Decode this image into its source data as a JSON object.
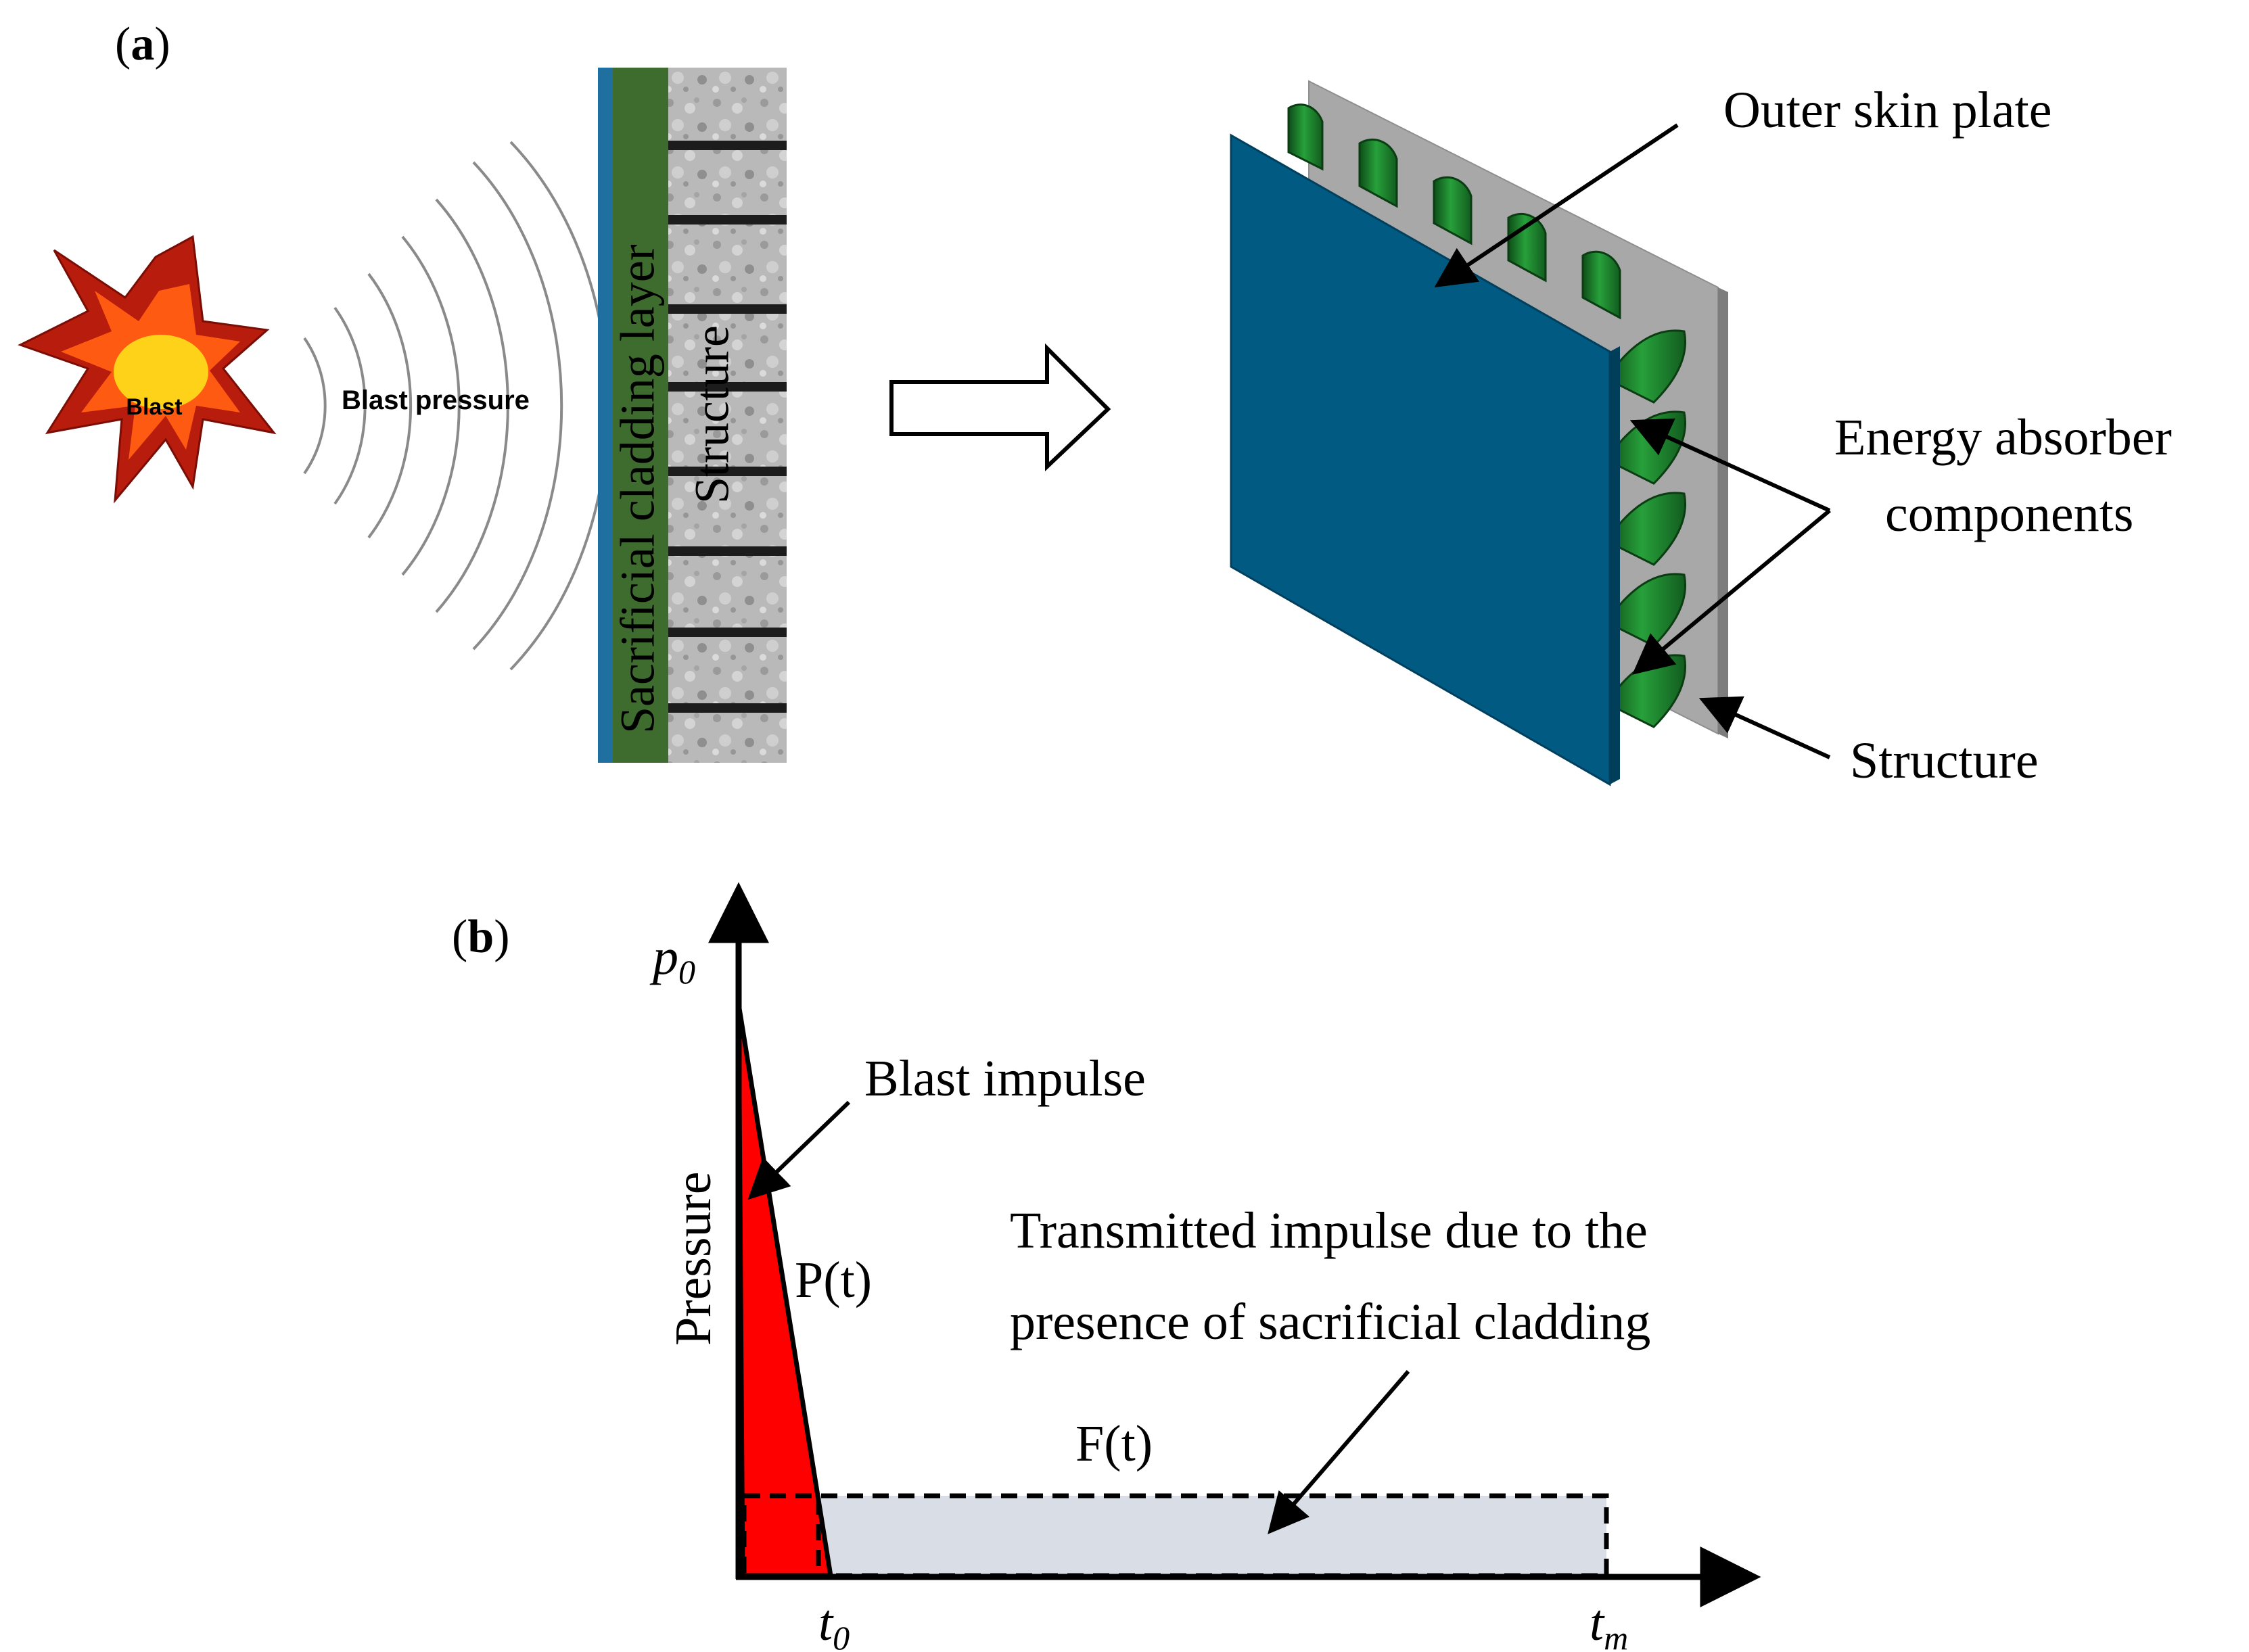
{
  "panel_a": {
    "label_open": "(",
    "label_letter": "a",
    "label_close": ")",
    "blast_label": "Blast",
    "blast_pressure_label": "Blast pressure",
    "cladding_label": "Sacrificial cladding layer",
    "structure_vertical_label": "Structure",
    "outer_skin_label": "Outer skin plate",
    "energy_absorber_line1": "Energy absorber",
    "energy_absorber_line2": "components",
    "structure_label": "Structure",
    "colors": {
      "blast_outer": "#b71c0c",
      "blast_inner": "#ffd21a",
      "cladding_green": "#3e6b2e",
      "cladding_blue": "#1f6fa0",
      "skin_plate": "#005a82",
      "absorber_green": "#1e7a2e",
      "backing_gray": "#a8a8a8"
    }
  },
  "panel_b": {
    "label_open": "(",
    "label_letter": "b",
    "label_close": ")",
    "y_axis_label": "Pressure",
    "peak_label": "p",
    "peak_sub": "0",
    "t0_label": "t",
    "t0_sub": "0",
    "tm_label": "t",
    "tm_sub": "m",
    "blast_impulse_label": "Blast impulse",
    "pt_label": "P(t)",
    "ft_label": "F(t)",
    "transmitted_line1": "Transmitted impulse due to the",
    "transmitted_line2": "presence of sacrificial cladding",
    "colors": {
      "blast_impulse_fill": "#ff0000",
      "transmitted_fill": "#d9dde6"
    }
  }
}
